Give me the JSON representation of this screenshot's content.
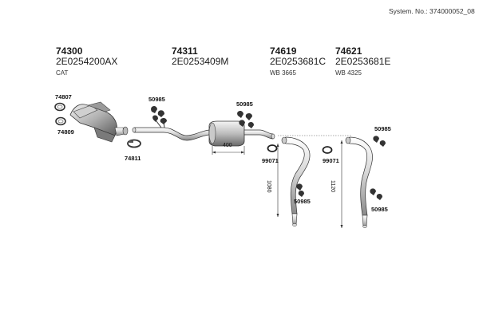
{
  "header": {
    "system_no": "System. No.: 374000052_08"
  },
  "parts": [
    {
      "number": "74300",
      "code": "2E0254200AX",
      "note": "CAT"
    },
    {
      "number": "74311",
      "code": "2E0253409M",
      "note": ""
    },
    {
      "number": "74619",
      "code": "2E0253681C",
      "note": "WB 3665"
    },
    {
      "number": "74621",
      "code": "2E0253681E",
      "note": "WB 4325"
    }
  ],
  "callouts": {
    "a": "74807",
    "b": "74809",
    "c": "74811",
    "d": "50985",
    "e": "50985",
    "f": "99071",
    "g": "50985",
    "h": "99071",
    "i": "50985",
    "j": "50985"
  },
  "dimensions": {
    "d1": "400",
    "d2": "1080",
    "d3": "1120"
  }
}
